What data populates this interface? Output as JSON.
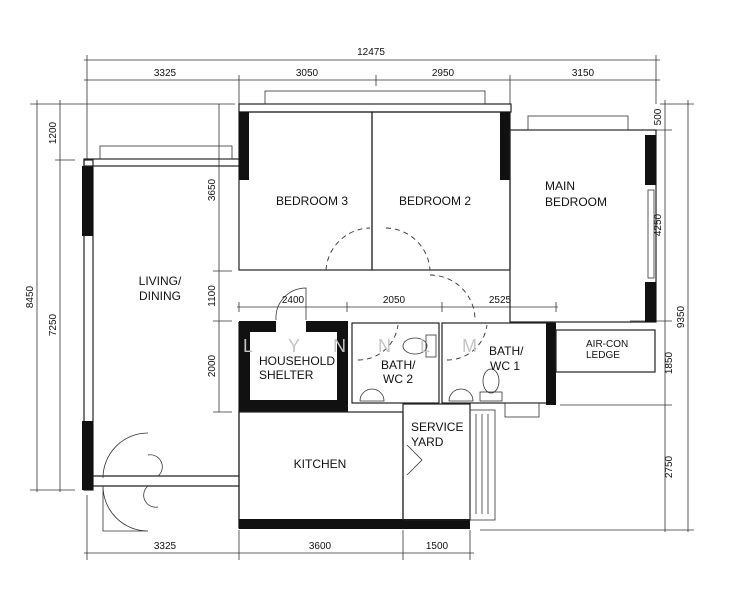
{
  "rooms": {
    "living": [
      "LIVING/",
      "DINING"
    ],
    "bedroom3": "BEDROOM 3",
    "bedroom2": "BEDROOM 2",
    "main_bedroom": [
      "MAIN",
      "BEDROOM"
    ],
    "shelter": [
      "HOUSEHOLD",
      "SHELTER"
    ],
    "bath2": [
      "BATH/",
      "WC 2"
    ],
    "bath1": [
      "BATH/",
      "WC 1"
    ],
    "aircon": [
      "AIR-CON",
      "LEDGE"
    ],
    "kitchen": "KITCHEN",
    "service_yard": [
      "SERVICE",
      "YARD"
    ]
  },
  "dimensions": {
    "top_total": "12475",
    "top": [
      "3325",
      "3050",
      "2950",
      "3150"
    ],
    "left_total": "8450",
    "left": [
      "1200",
      "7250"
    ],
    "inner_left": [
      "3650",
      "1100",
      "2000"
    ],
    "middle": [
      "2400",
      "2050",
      "2525"
    ],
    "right": [
      "500",
      "4250",
      "1850",
      "2750"
    ],
    "right_total": "9350",
    "bottom": [
      "3325",
      "3600",
      "1500"
    ]
  },
  "watermark": [
    "L",
    "Y",
    "N",
    "N",
    "L",
    "M"
  ]
}
